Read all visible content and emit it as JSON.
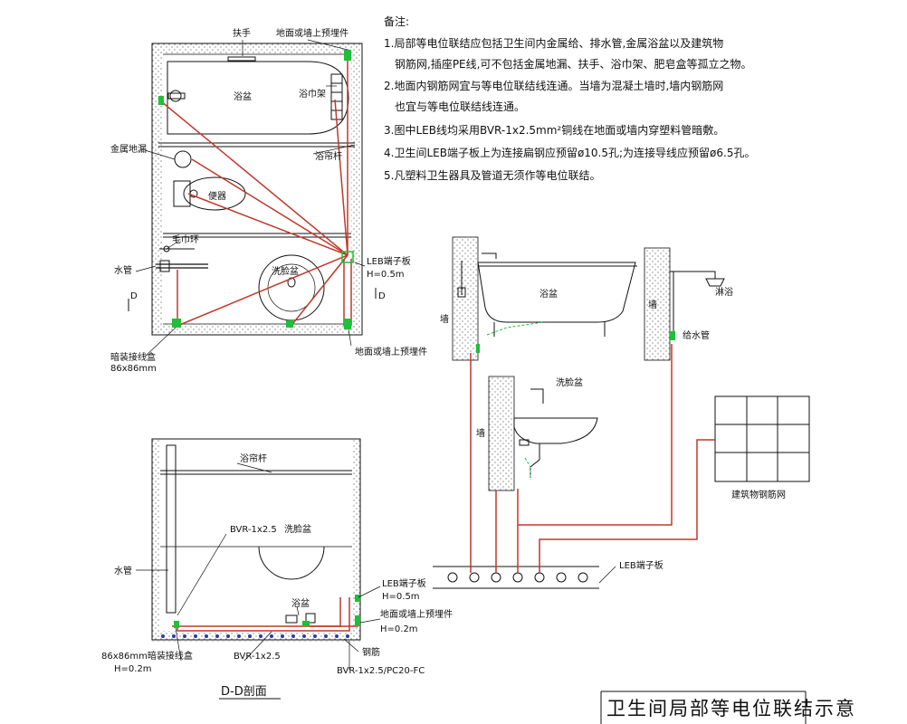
{
  "notes": {
    "heading": "备注:",
    "lines": [
      "1.局部等电位联结应包括卫生间内金属给、排水管,金属浴盆以及建筑物",
      "钢筋网,插座PE线,可不包括金属地漏、扶手、浴巾架、肥皂盒等孤立之物。",
      "2.地面内钢筋网宜与等电位联结线连通。当墙为混凝土墙时,墙内钢筋网",
      "也宜与等电位联结线连通。",
      "3.图中LEB线均采用BVR-1x2.5mm²铜线在地面或墙内穿塑料管暗敷。",
      "4.卫生间LEB端子板上为连接扁钢应预留ø10.5孔;为连接导线应预留ø6.5孔。",
      "5.凡塑料卫生器具及管道无须作等电位联结。"
    ]
  },
  "plan": {
    "handrail": "扶手",
    "embed_top": "地面或墙上预埋件",
    "bathtub": "浴盆",
    "towel_rack": "浴巾架",
    "metal_drain": "金属地漏",
    "toilet": "便器",
    "bath_rod": "浴帘杆",
    "towel_ring": "毛巾环",
    "water_pipe": "水管",
    "washbasin": "洗脸盆",
    "leb_board": "LEB端子板",
    "leb_height": "H=0.5m",
    "embed_bottom": "地面或墙上预埋件",
    "junction_box": "暗装接线盒",
    "junction_size": "86x86mm",
    "section_mark_left": "D",
    "section_mark_right": "D"
  },
  "section": {
    "curtain_rod": "浴帘杆",
    "bvr_label": "BVR-1x2.5",
    "washbasin": "洗脸盆",
    "water_pipe": "水管",
    "leb_board": "LEB端子板",
    "leb_height": "H=0.5m",
    "bathtub": "浴盆",
    "embed": "地面或墙上预埋件",
    "embed_height": "H=0.2m",
    "junction_box": "86x86mm暗装接线盒",
    "junction_height": "H=0.2m",
    "bvr_bottom": "BVR-1x2.5",
    "rebar": "钢筋",
    "pipe_spec": "BVR-1x2.5/PC20-FC",
    "caption": "D-D剖面"
  },
  "detail": {
    "wall_left": "墙",
    "bathtub": "浴盆",
    "wall_right": "墙",
    "shower": "淋浴",
    "supply_pipe": "给水管",
    "washbasin": "洗脸盆",
    "wall_mid": "墙",
    "grid": "建筑物钢筋网",
    "leb_board": "LEB端子板"
  },
  "drawing_title": "卫生间局部等电位联结示意",
  "colors": {
    "bonding_wire": "#c0392b",
    "junction": "#1fbf3a",
    "line": "#111111"
  }
}
